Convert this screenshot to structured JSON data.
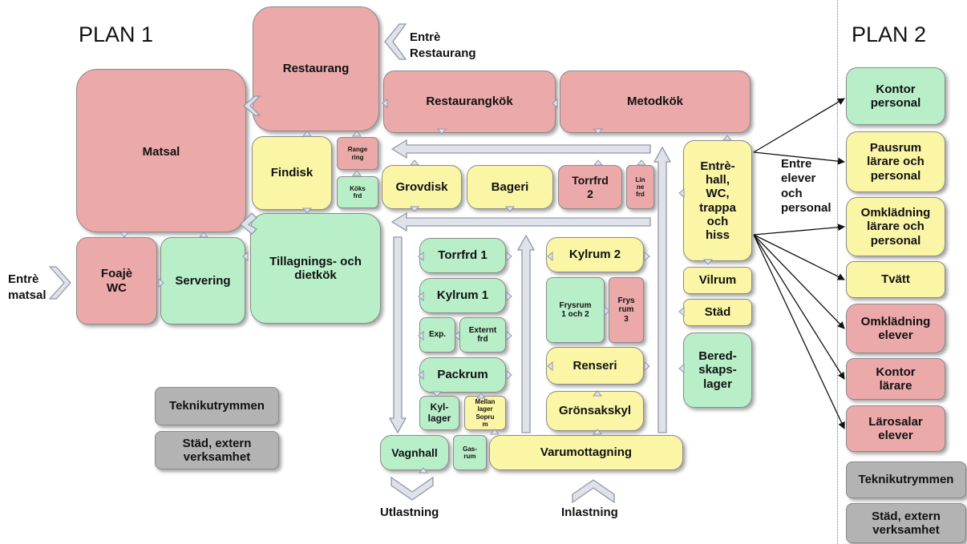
{
  "plan1": {
    "title": "PLAN 1",
    "rooms": {
      "restaurang": "Restaurang",
      "matsal": "Matsal",
      "restaurangkok": "Restaurangkök",
      "metodkok": "Metodkök",
      "findisk": "Findisk",
      "rangering": "Range\nring",
      "koksfrd": "Köks\nfrd",
      "grovdisk": "Grovdisk",
      "bageri": "Bageri",
      "torrfrd2": "Torrfrd\n2",
      "linnefrd": "Lin\nne\nfrd",
      "entrehall": "Entrè-\nhall,\nWC,\ntrappa\noch\nhiss",
      "foaje": "Foajè\nWC",
      "servering": "Servering",
      "tillagning": "Tillagnings- och\ndietkök",
      "torrfrd1": "Torrfrd 1",
      "kylrum1": "Kylrum 1",
      "exp": "Exp.",
      "externtfrd": "Externt\nfrd",
      "packrum": "Packrum",
      "kyllager": "Kyl-\nlager",
      "mellanlager": "Mellan\nlager\nSopru\nm",
      "vagnhall": "Vagnhall",
      "gasrum": "Gas-\nrum",
      "varumottagning": "Varumottagning",
      "kylrum2": "Kylrum 2",
      "frysrum12": "Frysrum\n1 och 2",
      "frysrum3": "Frys\nrum\n3",
      "renseri": "Renseri",
      "gronsakskyl": "Grönsakskyl",
      "vilrum": "Vilrum",
      "stad": "Städ",
      "beredskapslager": "Bered-\nskaps-\nlager",
      "teknik": "Teknikutrymmen",
      "stadextern": "Städ, extern\nverksamhet"
    },
    "labels": {
      "entre_restaurang": "Entrè\nRestaurang",
      "entre_matsal": "Entrè\nmatsal",
      "entre_elever": "Entre\nelever\noch\npersonal",
      "utlastning": "Utlastning",
      "inlastning": "Inlastning"
    }
  },
  "plan2": {
    "title": "PLAN 2",
    "rooms": {
      "kontor_personal": "Kontor\npersonal",
      "pausrum": "Pausrum\nlärare och\npersonal",
      "omkladning_larare": "Omklädning\nlärare och\npersonal",
      "tvatt": "Tvätt",
      "omkladning_elever": "Omklädning\nelever",
      "kontor_larare": "Kontor\nlärare",
      "larosalar": "Lärosalar\nelever",
      "teknik": "Teknikutrymmen",
      "stadextern": "Städ, extern\nverksamhet"
    }
  },
  "colors": {
    "red": "#eba9a9",
    "yellow": "#fbf5a6",
    "green": "#b8efc9",
    "gray": "#b3b3b3",
    "arrow_fill": "#dfe2e8",
    "arrow_stroke": "#8f98aa"
  }
}
